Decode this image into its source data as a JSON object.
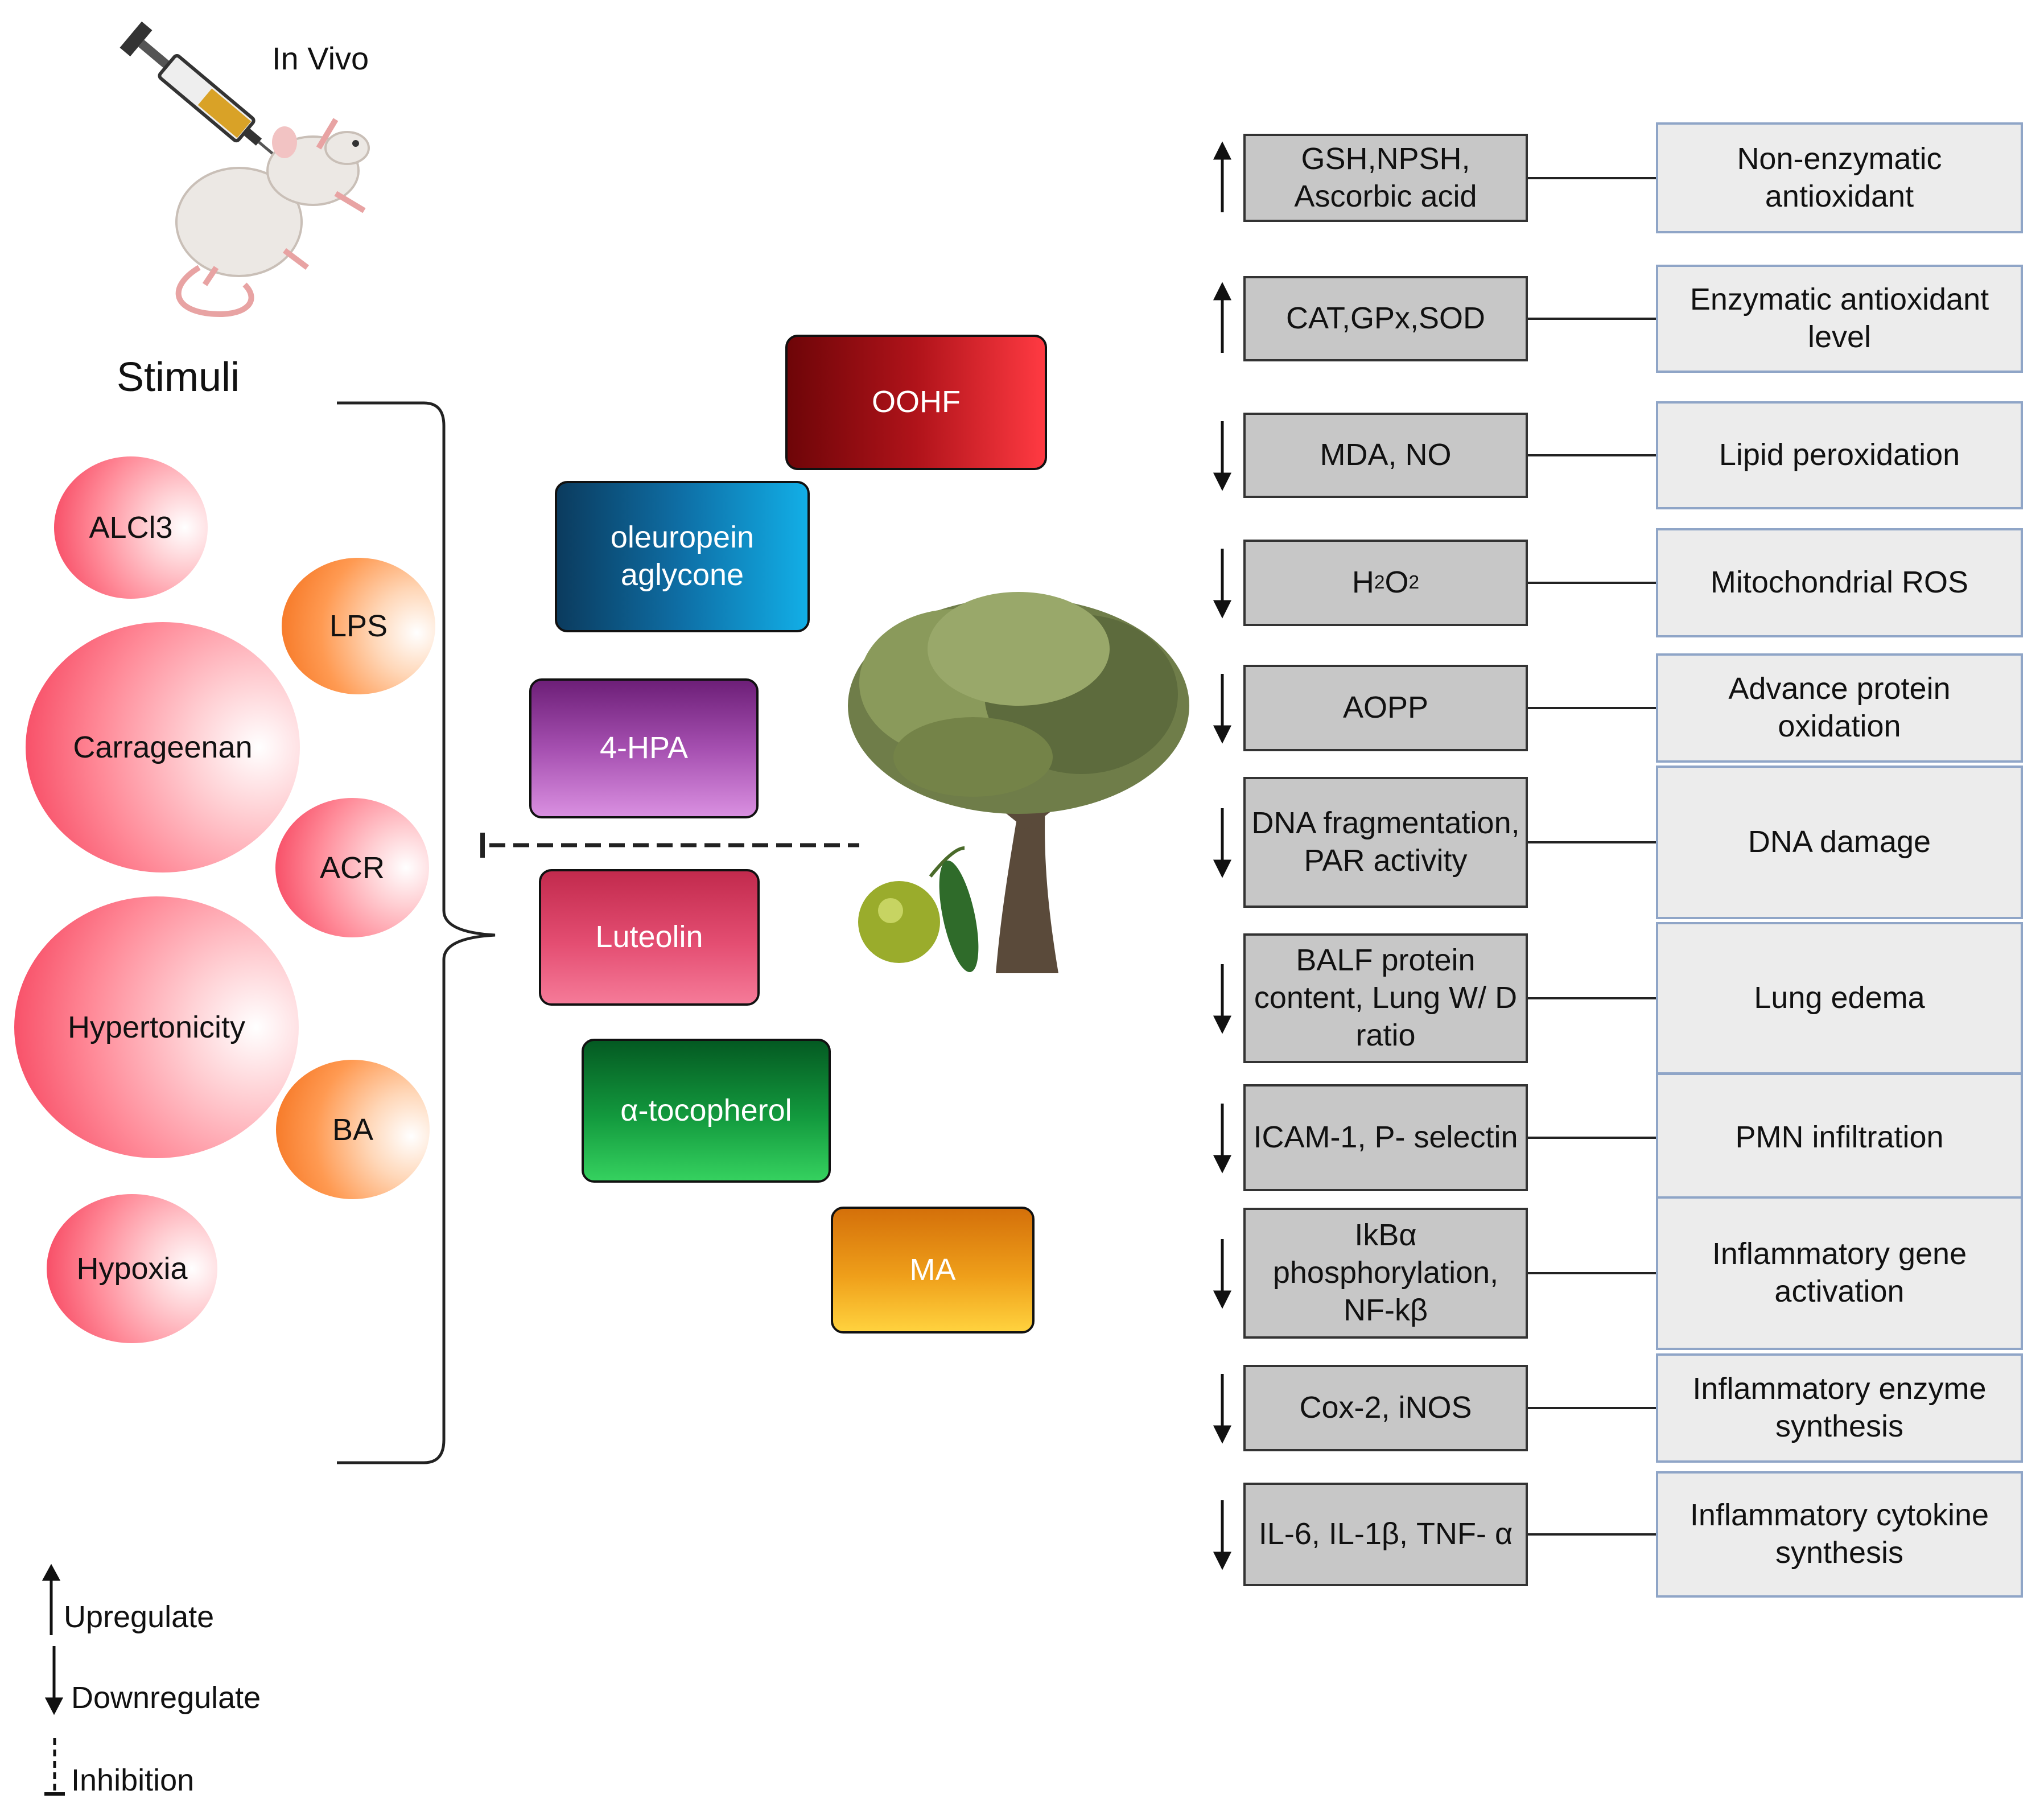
{
  "header": {
    "in_vivo": "In Vivo",
    "stimuli_title": "Stimuli"
  },
  "stimuli": [
    {
      "label": "ALCl3",
      "style": "red"
    },
    {
      "label": "LPS",
      "style": "orange"
    },
    {
      "label": "Carrageenan",
      "style": "red"
    },
    {
      "label": "ACR",
      "style": "red"
    },
    {
      "label": "Hypertonicity",
      "style": "red"
    },
    {
      "label": "BA",
      "style": "orange"
    },
    {
      "label": "Hypoxia",
      "style": "red"
    }
  ],
  "compounds": [
    {
      "label": "OOHF",
      "color": "#b0131a"
    },
    {
      "label": "oleuropein aglycone",
      "color": "#0e6fa6"
    },
    {
      "label": "4-HPA",
      "color": "#a54fb0"
    },
    {
      "label": "Luteolin",
      "color": "#d0355e"
    },
    {
      "label": "α-tocopherol",
      "color": "#139a3e"
    },
    {
      "label": "MA",
      "color": "#ef9f1a"
    }
  ],
  "pathways": [
    {
      "direction": "up",
      "target": "GSH,NPSH, Ascorbic acid",
      "effect": "Non-enzymatic antioxidant"
    },
    {
      "direction": "up",
      "target": "CAT,GPx,SOD",
      "effect": "Enzymatic antioxidant level"
    },
    {
      "direction": "down",
      "target": "MDA, NO",
      "effect": "Lipid peroxidation"
    },
    {
      "direction": "down",
      "target": "H2O2",
      "effect": "Mitochondrial ROS"
    },
    {
      "direction": "down",
      "target": "AOPP",
      "effect": "Advance protein oxidation"
    },
    {
      "direction": "down",
      "target": "DNA fragmentation, PAR activity",
      "effect": "DNA damage"
    },
    {
      "direction": "down",
      "target": "BALF protein content, Lung W/ D ratio",
      "effect": "Lung edema"
    },
    {
      "direction": "down",
      "target": "ICAM-1, P- selectin",
      "effect": "PMN infiltration"
    },
    {
      "direction": "down",
      "target": "IkBα phosphorylation, NF-kβ",
      "effect": "Inflammatory gene activation"
    },
    {
      "direction": "down",
      "target": "Cox-2, iNOS",
      "effect": "Inflammatory enzyme synthesis"
    },
    {
      "direction": "down",
      "target": "IL-6, IL-1β, TNF- α",
      "effect": "Inflammatory cytokine synthesis"
    }
  ],
  "legend": {
    "upregulate": "Upregulate",
    "downregulate": "Downregulate",
    "inhibition": "Inhibition"
  },
  "icons": [
    "syringe-icon",
    "mouse-icon",
    "olive-tree-icon",
    "olive-fruit-icon"
  ]
}
